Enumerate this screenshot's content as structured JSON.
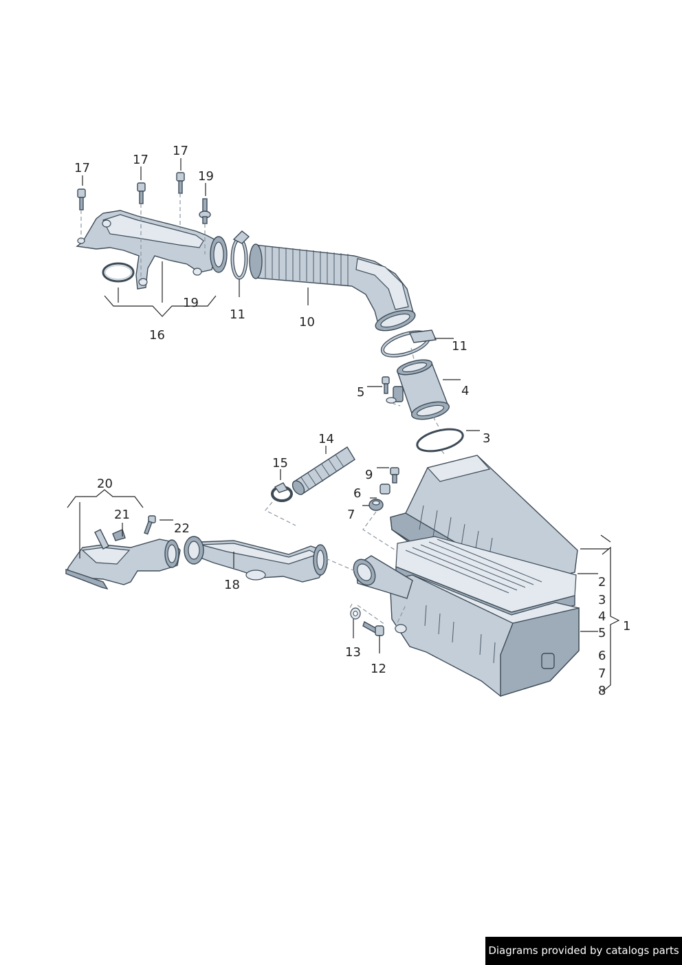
{
  "labels": {
    "l17a": "17",
    "l17b": "17",
    "l17c": "17",
    "l19a": "19",
    "l19b": "19",
    "l16": "16",
    "l11a": "11",
    "l10": "10",
    "l11b": "11",
    "l5a": "5",
    "l4a": "4",
    "l3a": "3",
    "l14": "14",
    "l15": "15",
    "l9": "9",
    "l6a": "6",
    "l7a": "7",
    "l20": "20",
    "l21": "21",
    "l22": "22",
    "l18": "18",
    "l2": "2",
    "l3b": "3",
    "l4b": "4",
    "l5b": "5",
    "l6b": "6",
    "l7b": "7",
    "l8": "8",
    "l1": "1",
    "l13": "13",
    "l12": "12"
  },
  "credit": "Diagrams provided by catalogs parts"
}
